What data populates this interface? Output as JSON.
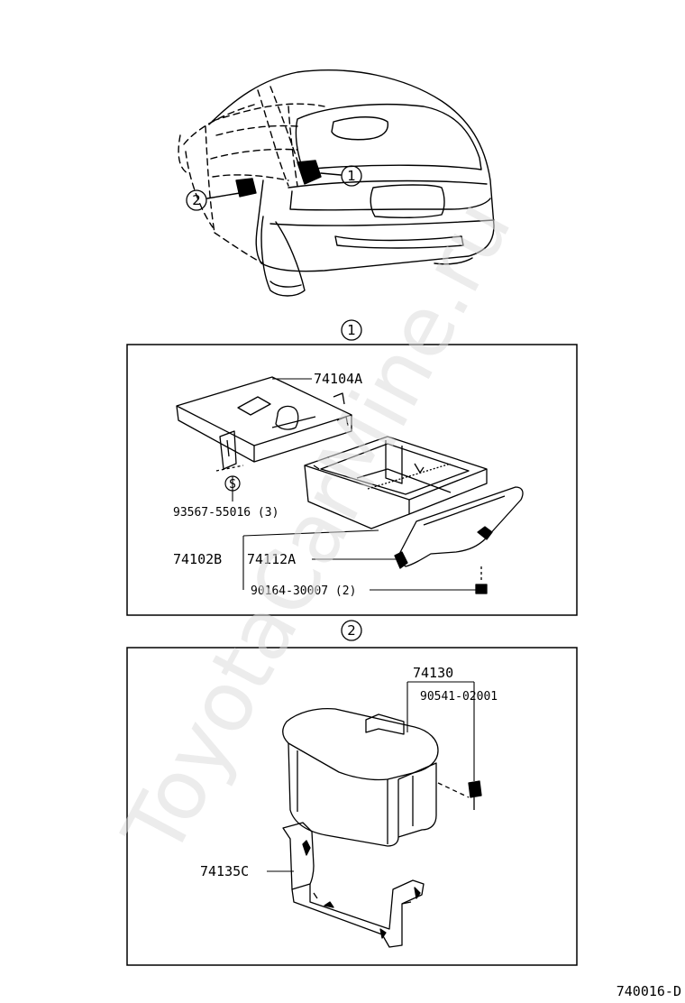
{
  "watermark": "ToyotaCarMine.ru",
  "diagram_code": "740016-D",
  "car_view": {
    "callout_1": "1",
    "callout_2": "2"
  },
  "section_1": {
    "marker": "1",
    "parts": {
      "bracket": "74104A",
      "screw": "93567-55016 (3)",
      "screw_symbol": "S",
      "box": "74102B",
      "lid": "74112A",
      "bolt": "90164-30007 (2)"
    }
  },
  "section_2": {
    "marker": "2",
    "parts": {
      "box": "74130",
      "clip": "90541-02001",
      "bracket": "74135C"
    }
  }
}
